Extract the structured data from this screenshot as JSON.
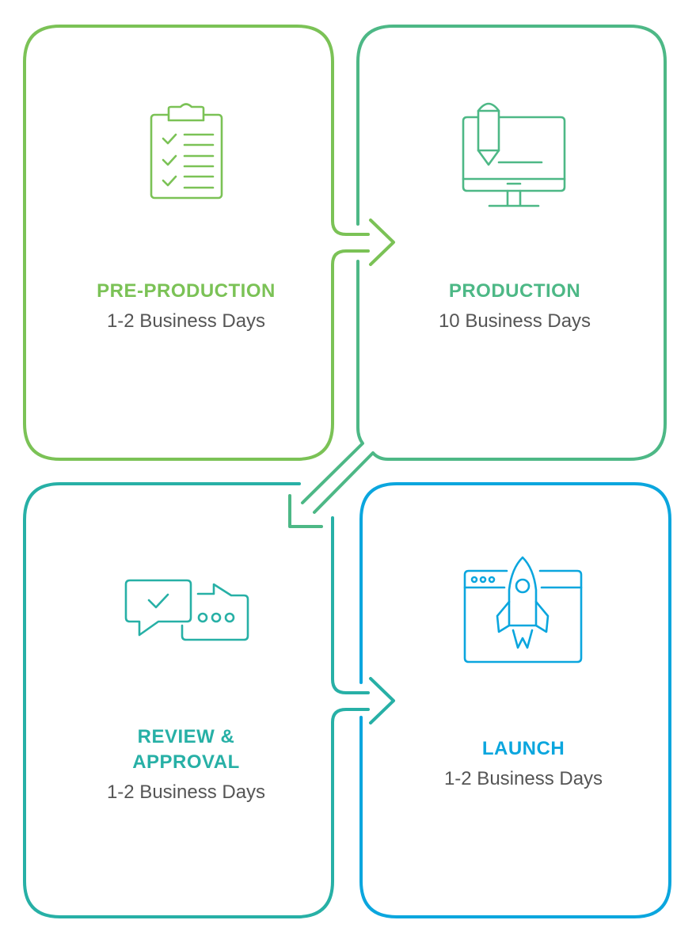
{
  "colors": {
    "pre_production": "#7bc256",
    "production": "#4db886",
    "review": "#27b0a6",
    "launch": "#0ba6de",
    "text": "#555555"
  },
  "stages": [
    {
      "title": "PRE-PRODUCTION",
      "duration": "1-2 Business Days",
      "icon": "clipboard-checklist-icon"
    },
    {
      "title": "PRODUCTION",
      "duration": "10 Business Days",
      "icon": "monitor-pencil-icon"
    },
    {
      "title_line1": "REVIEW &",
      "title_line2": "APPROVAL",
      "duration": "1-2 Business Days",
      "icon": "chat-bubbles-icon"
    },
    {
      "title": "LAUNCH",
      "duration": "1-2 Business Days",
      "icon": "rocket-browser-icon"
    }
  ]
}
